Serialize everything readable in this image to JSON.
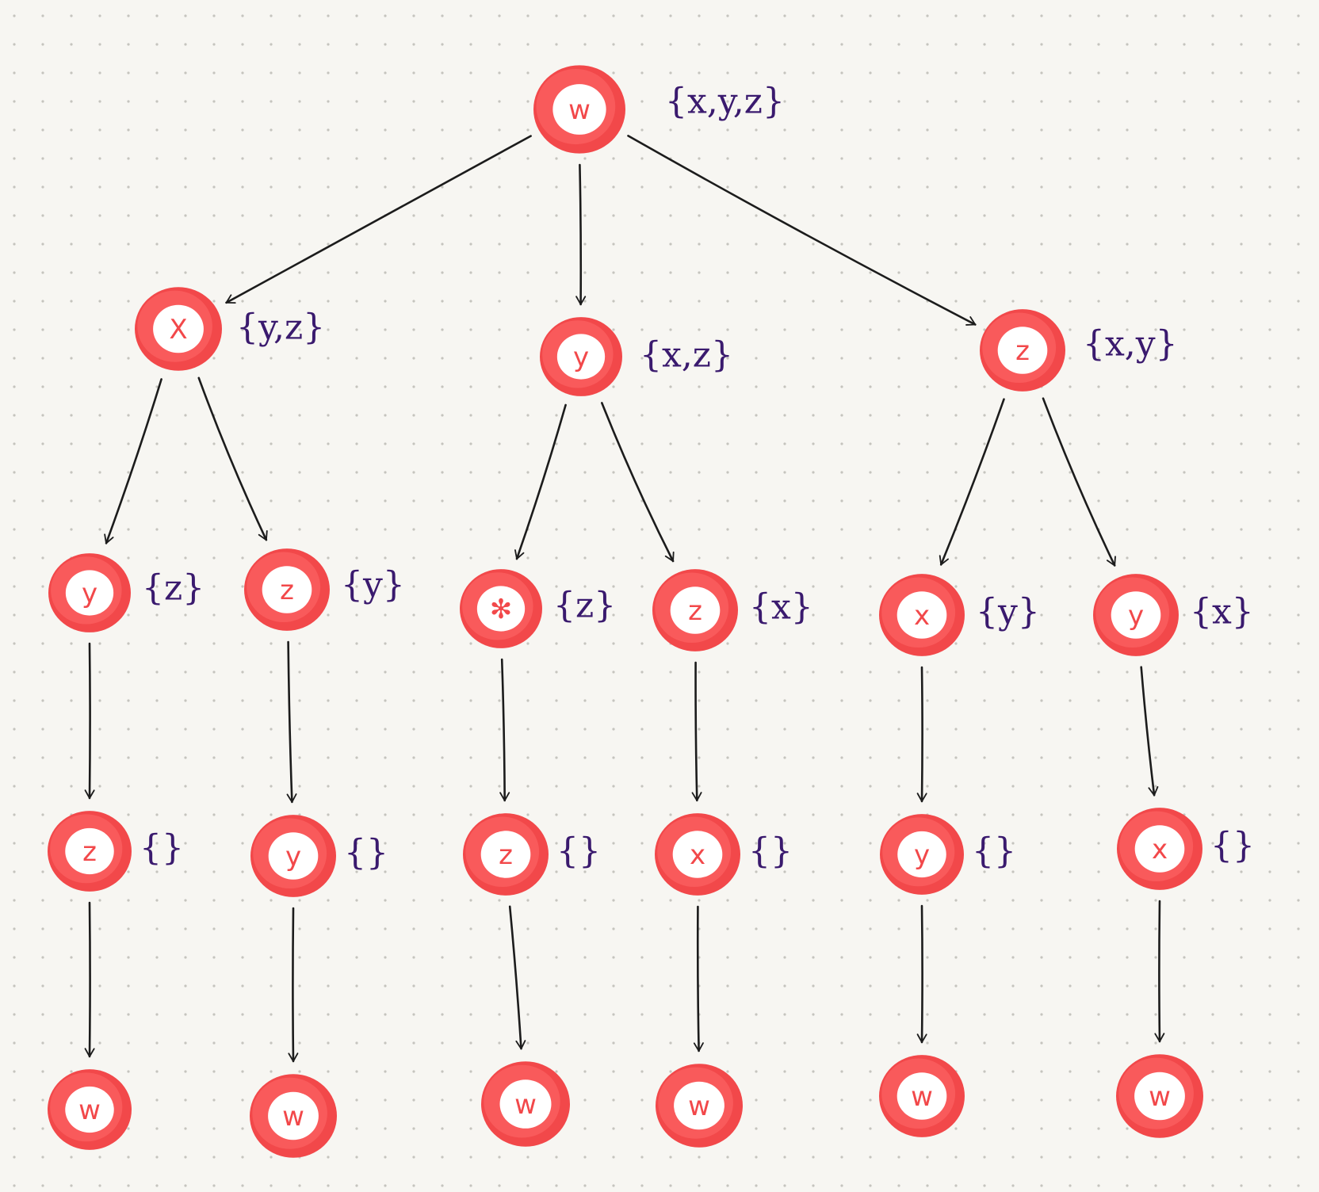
{
  "colors": {
    "node": "#f2484a",
    "node_light": "#ff6a6a",
    "set_ink": "#3a1a6e",
    "edge": "#1c1c1c",
    "paper": "#f7f6f2",
    "grid_dot": "#9c9a93"
  },
  "nodes": [
    {
      "id": "root",
      "letter": "w",
      "set": "{x,y,z}"
    },
    {
      "id": "l1-x",
      "letter": "X",
      "set": "{y,z}"
    },
    {
      "id": "l1-y",
      "letter": "y",
      "set": "{x,z}"
    },
    {
      "id": "l1-z",
      "letter": "z",
      "set": "{x,y}"
    },
    {
      "id": "l2-xy",
      "letter": "y",
      "set": "{z}"
    },
    {
      "id": "l2-xz",
      "letter": "z",
      "set": "{y}"
    },
    {
      "id": "l2-yx",
      "letter": "✻",
      "set": "{z}"
    },
    {
      "id": "l2-yz",
      "letter": "z",
      "set": "{x}"
    },
    {
      "id": "l2-zx",
      "letter": "x",
      "set": "{y}"
    },
    {
      "id": "l2-zy",
      "letter": "y",
      "set": "{x}"
    },
    {
      "id": "l3-xyz",
      "letter": "z",
      "set": "{}"
    },
    {
      "id": "l3-xzy",
      "letter": "y",
      "set": "{}"
    },
    {
      "id": "l3-yxz",
      "letter": "z",
      "set": "{}"
    },
    {
      "id": "l3-yzx",
      "letter": "x",
      "set": "{}"
    },
    {
      "id": "l3-zxy",
      "letter": "y",
      "set": "{}"
    },
    {
      "id": "l3-zyx",
      "letter": "x",
      "set": "{}"
    },
    {
      "id": "l4-1",
      "letter": "w",
      "set": ""
    },
    {
      "id": "l4-2",
      "letter": "w",
      "set": ""
    },
    {
      "id": "l4-3",
      "letter": "w",
      "set": ""
    },
    {
      "id": "l4-4",
      "letter": "w",
      "set": ""
    },
    {
      "id": "l4-5",
      "letter": "w",
      "set": ""
    },
    {
      "id": "l4-6",
      "letter": "w",
      "set": ""
    }
  ],
  "edges": [
    {
      "from": "root",
      "to": "l1-x"
    },
    {
      "from": "root",
      "to": "l1-y"
    },
    {
      "from": "root",
      "to": "l1-z"
    },
    {
      "from": "l1-x",
      "to": "l2-xy"
    },
    {
      "from": "l1-x",
      "to": "l2-xz"
    },
    {
      "from": "l1-y",
      "to": "l2-yx"
    },
    {
      "from": "l1-y",
      "to": "l2-yz"
    },
    {
      "from": "l1-z",
      "to": "l2-zx"
    },
    {
      "from": "l1-z",
      "to": "l2-zy"
    },
    {
      "from": "l2-xy",
      "to": "l3-xyz"
    },
    {
      "from": "l2-xz",
      "to": "l3-xzy"
    },
    {
      "from": "l2-yx",
      "to": "l3-yxz"
    },
    {
      "from": "l2-yz",
      "to": "l3-yzx"
    },
    {
      "from": "l2-zx",
      "to": "l3-zxy"
    },
    {
      "from": "l2-zy",
      "to": "l3-zyx"
    },
    {
      "from": "l3-xyz",
      "to": "l4-1"
    },
    {
      "from": "l3-xzy",
      "to": "l4-2"
    },
    {
      "from": "l3-yxz",
      "to": "l4-3"
    },
    {
      "from": "l3-yzx",
      "to": "l4-4"
    },
    {
      "from": "l3-zxy",
      "to": "l4-5"
    },
    {
      "from": "l3-zyx",
      "to": "l4-6"
    }
  ]
}
